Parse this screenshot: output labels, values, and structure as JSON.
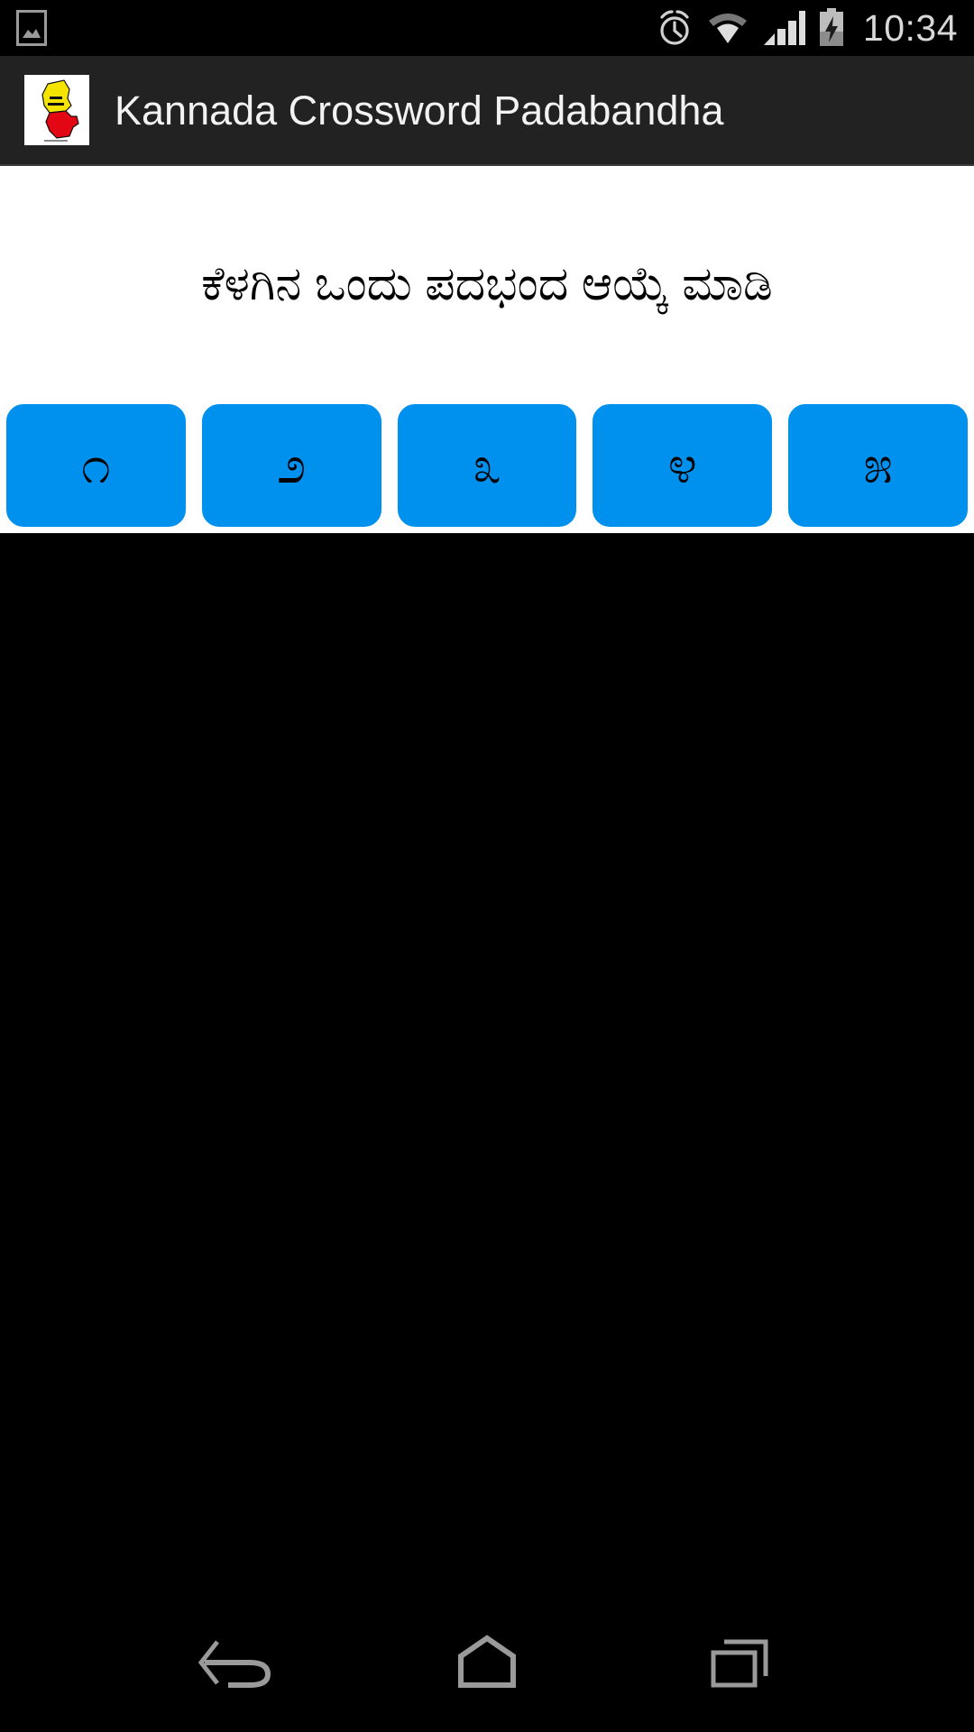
{
  "status_bar": {
    "notification_icon": "image-notification-icon",
    "alarm_icon": "alarm-clock-icon",
    "wifi_icon": "wifi-icon",
    "signal_icon": "cellular-signal-icon",
    "battery_icon": "battery-charging-icon",
    "time": "10:34"
  },
  "app_bar": {
    "logo_icon": "karnataka-map-logo",
    "title": "Kannada Crossword Padabandha",
    "background_color": "#222222",
    "title_color": "#f2f2f2"
  },
  "content": {
    "instruction": "ಕೆಳಗಿನ ಒಂದು ಪದಭಂದ ಆಯ್ಕೆ ಮಾಡಿ",
    "background_color": "#ffffff",
    "text_color": "#000000"
  },
  "choices": {
    "accent_color": "#0091ef",
    "border_color": "#fefefe",
    "label_color": "#000000",
    "items": [
      {
        "label": "೧",
        "value": "1"
      },
      {
        "label": "೨",
        "value": "2"
      },
      {
        "label": "೩",
        "value": "3"
      },
      {
        "label": "೪",
        "value": "4"
      },
      {
        "label": "೫",
        "value": "5"
      }
    ]
  },
  "nav_bar": {
    "back_icon": "back-arrow-icon",
    "home_icon": "home-icon",
    "recents_icon": "recent-apps-icon",
    "background_color": "#000000",
    "icon_color": "#9a9a9a"
  }
}
